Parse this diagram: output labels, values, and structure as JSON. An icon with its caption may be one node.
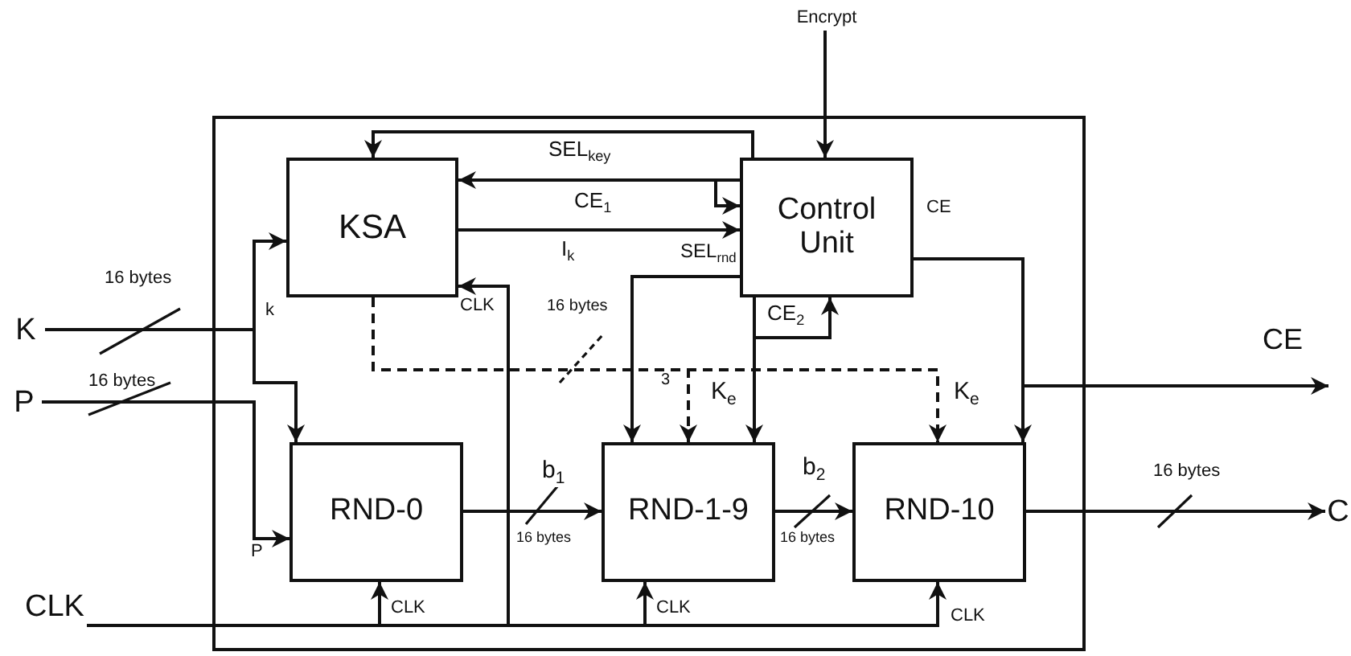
{
  "diagram": {
    "nodes": [
      {
        "text": [
          "Encrypt"
        ]
      },
      {
        "text": [],
        "shape": "box"
      },
      {
        "text": [
          "KSA"
        ],
        "in": 1
      },
      {
        "text": [
          "Control Unit"
        ],
        "in": 1
      },
      {
        "text": [
          "K"
        ]
      },
      {
        "text": [
          "P"
        ]
      },
      {
        "text": [
          "RND-0"
        ],
        "in": 1
      },
      {
        "text": [
          "RND-1-9"
        ],
        "in": 1
      },
      {
        "text": [
          "RND-10"
        ],
        "in": 1
      },
      {
        "text": [
          "C"
        ]
      },
      {
        "text": [
          "CLK"
        ]
      }
    ],
    "edges": [
      {
        "from": 0,
        "to": 3,
        "arrow": "to"
      },
      {
        "from": 3,
        "to": 2,
        "arrow": "to",
        "label": "SEL$_{key}$"
      },
      {
        "from": 3,
        "to": 2,
        "arrow": "to",
        "label": "CE$_{1}$"
      },
      {
        "from": 2,
        "to": 3,
        "arrow": "to",
        "label": "I$_{k}$"
      },
      {
        "from": null,
        "to": 3,
        "arrow": "to"
      },
      {
        "from": 4,
        "to": 2,
        "arrow": "to"
      },
      {
        "from": 4,
        "to": 6,
        "arrow": "to"
      },
      {
        "from": 5,
        "to": 6,
        "arrow": "to",
        "label": "P"
      },
      {
        "from": 10,
        "to": 6,
        "arrow": "to",
        "label": "CLK"
      },
      {
        "from": 10,
        "to": 7,
        "arrow": "to",
        "label": "CLK"
      },
      {
        "from": 10,
        "to": 8,
        "arrow": "to",
        "label": "CLK"
      },
      {
        "from": 10,
        "to": 2,
        "arrow": "to",
        "label": "CLK"
      },
      {
        "from": 2,
        "to": 7,
        "arrow": "to",
        "label": "K$_{e}$",
        "style": "dashed"
      },
      {
        "from": 2,
        "to": 8,
        "arrow": "to",
        "label": "K$_{e}$",
        "style": "dashed"
      },
      {
        "from": 3,
        "to": 7,
        "arrow": "to",
        "label": "SEL$_{rnd}$"
      },
      {
        "from": 3,
        "to": 7,
        "arrow": "to"
      },
      {
        "from": null,
        "to": 3,
        "arrow": "to",
        "label": "CE$_{2}$"
      },
      {
        "from": 3,
        "to": 8,
        "arrow": "to",
        "label": "CE"
      },
      {
        "from": 3,
        "to": null,
        "arrow": "to"
      },
      {
        "from": 6,
        "to": 7,
        "arrow": "to",
        "label": "b$_{1}$"
      },
      {
        "from": 7,
        "to": 8,
        "arrow": "to",
        "label": "b$_{2}$"
      },
      {
        "from": 8,
        "to": 9,
        "arrow": "to"
      }
    ],
    "labels": [
      "16 bytes",
      "16 bytes",
      "k",
      "16 bytes",
      "3",
      "16 bytes",
      "16 bytes",
      "CE",
      "16 bytes"
    ]
  }
}
